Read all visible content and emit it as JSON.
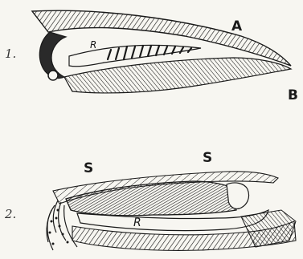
{
  "figure_1": {
    "number": "1.",
    "labels": {
      "a": "A",
      "b": "B",
      "r": "R"
    }
  },
  "figure_2": {
    "number": "2.",
    "labels": {
      "s1": "S",
      "s2": "S",
      "r": "R"
    }
  },
  "colors": {
    "ink": "#1a1a1a",
    "paper": "#f7f6f1"
  }
}
